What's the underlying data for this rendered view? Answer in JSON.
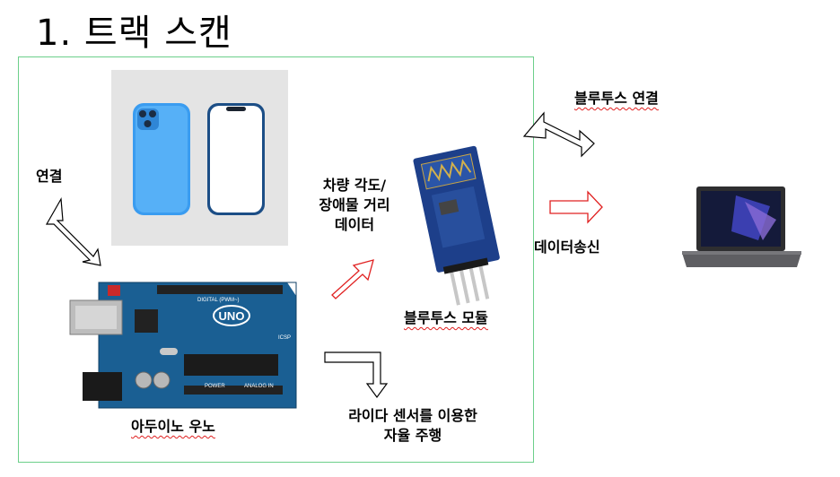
{
  "title": "1. 트랙 스캔",
  "labels": {
    "connect": "연결",
    "data_line1": "차량 각도/",
    "data_line2": "장애물 거리",
    "data_line3": "데이터",
    "bluetooth_connect": "블루투스 연결",
    "data_send": "데이터송신",
    "bluetooth_module": "블루투스 모듈",
    "arduino_uno": "아두이노 우노",
    "lidar_line1": "라이다 센서를 이용한",
    "lidar_line2": "자율 주행",
    "uno_logo": "UNO",
    "board_digital": "DIGITAL (PWM~)",
    "board_power": "POWER",
    "board_analog": "ANALOG IN",
    "board_icsp": "ICSP"
  },
  "colors": {
    "frame_green": "#6ccf8a",
    "phone_blue": "#3a9cf0",
    "arduino_blue": "#1a5f93",
    "bt_blue": "#1d3f8a",
    "arrow_red": "#e02020",
    "squiggle_red": "#e02020"
  },
  "icons": {
    "phone": "smartphone-image",
    "arduino": "arduino-board-image",
    "bluetooth": "bluetooth-module-image",
    "laptop": "laptop-image"
  }
}
